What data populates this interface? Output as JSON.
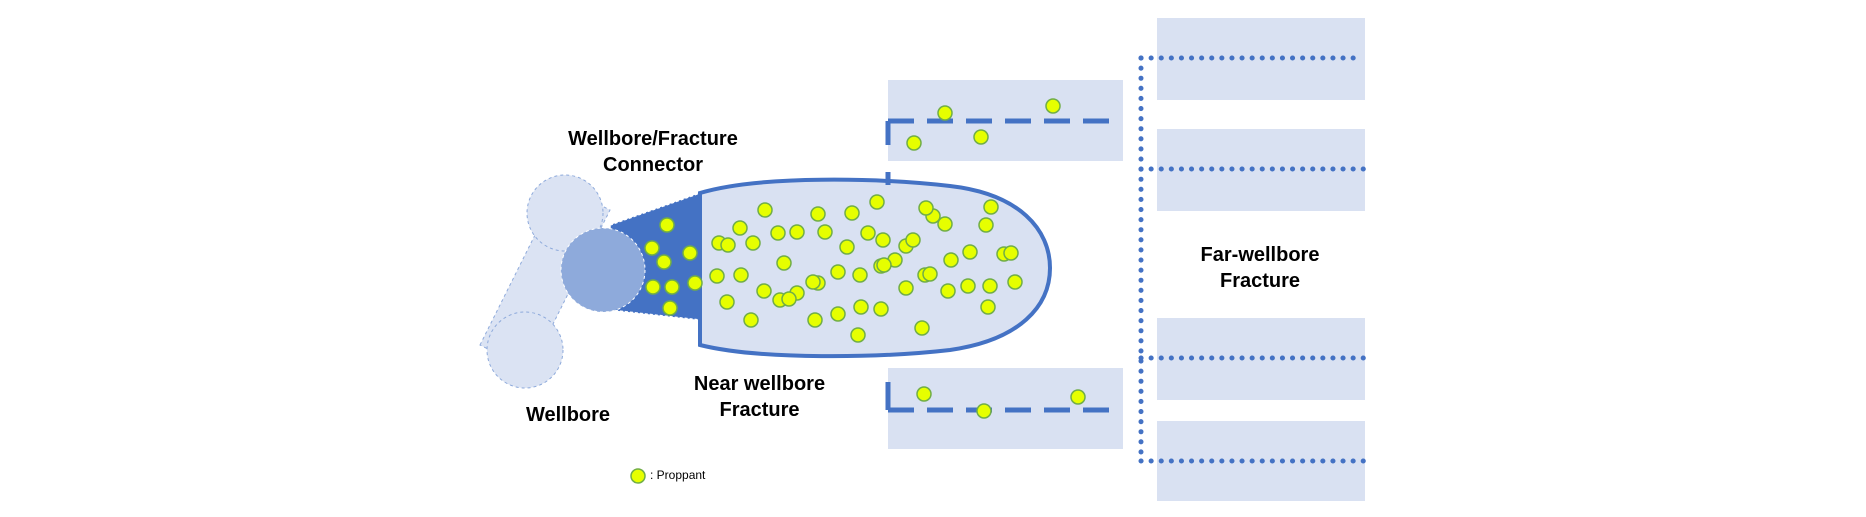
{
  "labels": {
    "connector_line1": "Wellbore/Fracture",
    "connector_line2": "Connector",
    "wellbore": "Wellbore",
    "near_line1": "Near wellbore",
    "near_line2": "Fracture",
    "far_line1": "Far-wellbore",
    "far_line2": "Fracture"
  },
  "legend": {
    "text": ": Proppant"
  },
  "colors": {
    "fracture_fill": "#d9e1f2",
    "outline_blue": "#4472c4",
    "connector_fill": "#4472c4",
    "wellbore_circle": "#8eaadb",
    "wellbore_light": "#dbe3f3",
    "proppant_fill": "#e6ff00",
    "proppant_stroke": "#70ad47",
    "panel_fill": "#d9e1f2"
  }
}
